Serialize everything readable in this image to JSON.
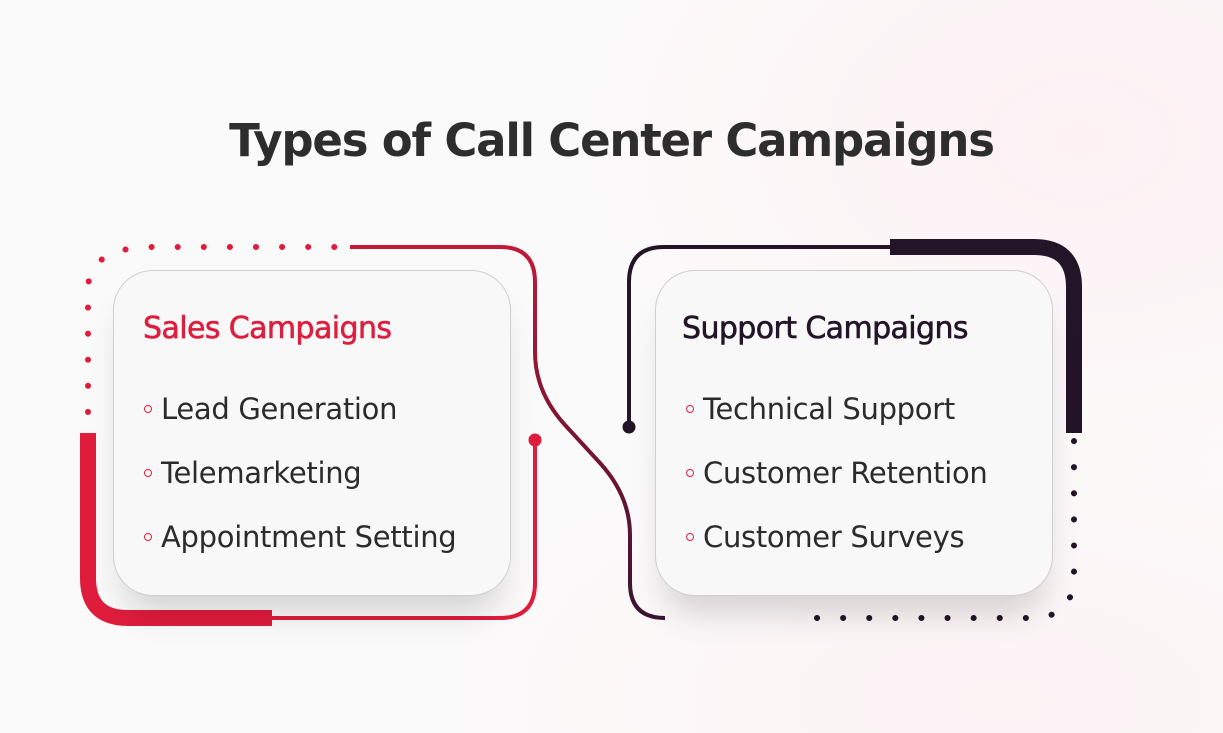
{
  "title": "Types of Call Center Campaigns",
  "colors": {
    "red": "#e01c3c",
    "dark": "#231428",
    "maroon": "#6b1430",
    "text": "#2b2b2b",
    "card_bg": "#f8f8f8"
  },
  "cards": [
    {
      "heading": "Sales Campaigns",
      "heading_color": "#dd1f3f",
      "bullet_color": "#dd1f3f",
      "items": [
        "Lead Generation",
        "Telemarketing",
        "Appointment Setting"
      ]
    },
    {
      "heading": "Support Campaigns",
      "heading_color": "#231428",
      "bullet_color": "#dd1f3f",
      "items": [
        "Technical Support",
        "Customer Retention",
        "Customer Surveys"
      ]
    }
  ]
}
